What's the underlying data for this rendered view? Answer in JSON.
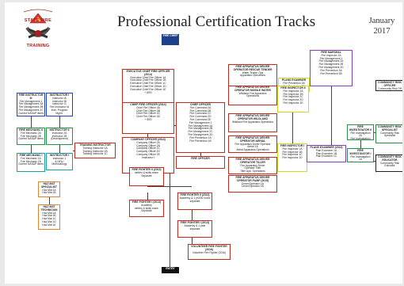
{
  "header": {
    "title": "Professional Certification Tracks",
    "date_month": "January",
    "date_year": "2017"
  },
  "logo": {
    "top_text": "STATE FIRE",
    "bottom_text": "TRAINING"
  },
  "boxes": [
    {
      "id": "fire_chief",
      "color": "navy",
      "title": "Fire Chief",
      "lines": []
    },
    {
      "id": "exec_chief",
      "color": "red",
      "title": "Executive Chief Fire Officer (2014)",
      "lines": [
        "Executive Chief Fire Officer 1A",
        "Executive Chief Fire Officer 1B",
        "Executive Chief Fire Officer 1C",
        "Executive Chief Fire Officer 1D",
        "Executive Chief Fire Officer 1E",
        "+ SED"
      ]
    },
    {
      "id": "chief_officer",
      "color": "red",
      "title": "Chief Fire Officer (2014)",
      "lines": [
        "Chief Fire Officer 3A",
        "Chief Fire Officer 3B",
        "Chief Fire Officer 3C",
        "Chief Fire Officer 3D",
        "+ SED"
      ]
    },
    {
      "id": "company_officer",
      "color": "red",
      "title": "Company Officer (2014)",
      "lines": [
        "Company Officer 2A",
        "Company Officer 2B",
        "Company Officer 2C",
        "Company Officer 2D",
        "Company Officer 2E",
        "Instructor I"
      ]
    },
    {
      "id": "chief_officer_b",
      "color": "red",
      "title": "Chief Officer",
      "lines": [
        "Fire Command 2A",
        "Fire Command 2B",
        "Fire Command 2C",
        "Fire Command 2D",
        "Fire Command 2E",
        "Fire Management 1",
        "Fire Management 2A",
        "Fire Management 2B",
        "Fire Management 2C",
        "Fire Management 2D",
        "Fire Prevention 1A",
        "Fire Prevention 1B"
      ]
    },
    {
      "id": "fire_officer",
      "color": "red",
      "title": "Fire Officer",
      "lines": []
    },
    {
      "id": "ff2",
      "color": "red",
      "title": "Fire Fighter II (2013)",
      "lines": [
        "written & skills exam",
        "Separate"
      ]
    },
    {
      "id": "ff2_academy",
      "color": "red",
      "title": "Fire Fighter II (2013)",
      "lines": [
        "Academy & 1 yr/200 hours",
        "separate"
      ]
    },
    {
      "id": "ff1",
      "color": "red",
      "title": "Fire Fighter I (2013)",
      "lines": [
        "Academy",
        "written & skills exam",
        "Separate"
      ]
    },
    {
      "id": "ff1_academy",
      "color": "red",
      "title": "Fire Fighter I (2013)",
      "lines": [
        "Academy & 1 year",
        "separate"
      ]
    },
    {
      "id": "volunteer",
      "color": "red",
      "title": "Volunteer Fire Fighter (2016)",
      "lines": [
        "Volunteer Fire Fighter (2016)"
      ]
    },
    {
      "id": "fire_mgmt",
      "color": "blue",
      "title": "Fire Instructor III",
      "lines": [
        "Fire Management 1",
        "Fire Management 2A",
        "Fire Management 2B",
        "Fire Management 2C",
        "Current NASAP items"
      ]
    },
    {
      "id": "mgmt_b",
      "color": "blue",
      "title": "Instructor I",
      "lines": [
        "Instructor IA",
        "Instructor IB",
        "Instructor IC",
        "Fire Instructor IA",
        "Instr. Program Mgmt."
      ]
    },
    {
      "id": "fire_mech_2",
      "color": "green",
      "title": "Fire Mechanic II",
      "lines": [
        "Fire Mechanic 2A",
        "Fire Mechanic 2B",
        "Current NASAP items"
      ]
    },
    {
      "id": "instructor_2",
      "color": "green",
      "title": "Instructor II",
      "lines": [
        "Instructor 2A",
        "Instructor 2B (Development)"
      ]
    },
    {
      "id": "fire_mech_1",
      "color": "teal",
      "title": "Fire Mechanic I",
      "lines": [
        "Fire Mechanic 1A",
        "Fire Mechanic 1B",
        "Current NASAP items"
      ]
    },
    {
      "id": "instructor_1",
      "color": "teal",
      "title": "Instructor I",
      "lines": [
        "Instructor 1",
        "& NFA / Methodology"
      ]
    },
    {
      "id": "training_instructor",
      "color": "red",
      "title": "Training Instructor",
      "lines": [
        "Training Instructor 1A",
        "Training Instructor 1B",
        "Training Instructor 1C"
      ]
    },
    {
      "id": "haz_spec",
      "color": "orange",
      "title": "Haz Mat Specialist",
      "lines": [
        "Haz Mat 1A",
        "Haz Mat 1B"
      ]
    },
    {
      "id": "haz_tech",
      "color": "orange",
      "title": "Haz Mat Technician",
      "lines": [
        "Haz Mat 1A",
        "Haz Mat 1B",
        "Haz Mat 1C",
        "Haz Mat 1D",
        "Haz Mat 1E"
      ]
    },
    {
      "id": "app_op_aerial",
      "color": "red",
      "title": "Fire Apparatus Driver Operator Aerial",
      "lines": [
        "Fire Apparatus Driver Operator",
        "Aerial 1A",
        "Aerial Apparatus Operations"
      ]
    },
    {
      "id": "app_op_tiller",
      "color": "red",
      "title": "Fire Apparatus Driver Operator Tiller",
      "lines": [
        "Fire Apparatus Driver",
        "Operator Tiller",
        "Tiller App. Operations"
      ]
    },
    {
      "id": "app_op_mobile",
      "color": "red",
      "title": "Fire Apparatus Driver Operator Mobile Water",
      "lines": [
        "Wildland Fire Apparatus",
        "Operations"
      ]
    },
    {
      "id": "app_op_wild",
      "color": "red",
      "title": "Fire Apparatus Driver Operator Wildland",
      "lines": [
        "Wildland Fire Apparatus Operations"
      ]
    },
    {
      "id": "app_op_pump",
      "color": "red",
      "title": "Fire Apparatus Driver Operator Pump (2015)",
      "lines": [
        "Driver/Operator 1A",
        "Driver/Operator 1B"
      ]
    },
    {
      "id": "app_op_rescue",
      "color": "red",
      "title": "Fire Apparatus Driver Operator Rescue Tender",
      "lines": [
        "Water Tender Ops",
        "Apparatus Operations"
      ]
    },
    {
      "id": "fire_mgmt_purple",
      "color": "purple",
      "title": "Fire Marshal",
      "lines": [
        "Fire Inspector 2A",
        "Fire Management 1",
        "Fire Management 2A",
        "Fire Management 2B",
        "Fire Management 2D",
        "Fire Prevention 3A",
        "Fire Prevention 3B"
      ]
    },
    {
      "id": "plans_examiner",
      "color": "yellow",
      "title": "Plans Examiner",
      "lines": [
        "Fire Prevention 3A",
        "Fire Prevention 3B"
      ]
    },
    {
      "id": "fire_inspector_2",
      "color": "yellow",
      "title": "Fire Inspector II",
      "lines": [
        "Fire Inspector 2A",
        "Fire Inspector 2B",
        "Fire Inspector 2C",
        "Fire Inspector 2D",
        "Fire Inspector 2E"
      ]
    },
    {
      "id": "fire_inspector_1",
      "color": "yellow",
      "title": "Fire Inspector I",
      "lines": [
        "Fire Inspector 1A",
        "Fire Inspector 1B",
        "Fire Inspector 1C",
        "Fire Inspector 1D"
      ]
    },
    {
      "id": "plans_exam_2",
      "color": "purple",
      "title": "Plans Examiner (2013)",
      "lines": [
        "Plan Examiner 1A",
        "Plan Examiner 1B",
        "Plan Examiner 1C"
      ]
    },
    {
      "id": "fire_invest_2",
      "color": "green",
      "title": "Fire Investigator II",
      "lines": [
        "Fire Investigation 2A",
        "Fire Investigation 2B"
      ]
    },
    {
      "id": "fire_invest_1",
      "color": "green",
      "title": "Fire Investigator I",
      "lines": [
        "Fire Investigation 1A",
        "Fire Investigation 1B"
      ]
    },
    {
      "id": "community_risk_1",
      "color": "black",
      "title": "Community Risk Officer",
      "lines": [
        "Community Risk Off"
      ]
    },
    {
      "id": "community_risk_2",
      "color": "green",
      "title": "Community Risk Specialist",
      "lines": [
        "Community Risk",
        "Specialist"
      ]
    },
    {
      "id": "community_risk_3",
      "color": "black",
      "title": "Community Risk Educator",
      "lines": [
        "Community Risk",
        "Educator"
      ]
    },
    {
      "id": "start",
      "color": "start",
      "title": "Entry",
      "lines": []
    }
  ]
}
